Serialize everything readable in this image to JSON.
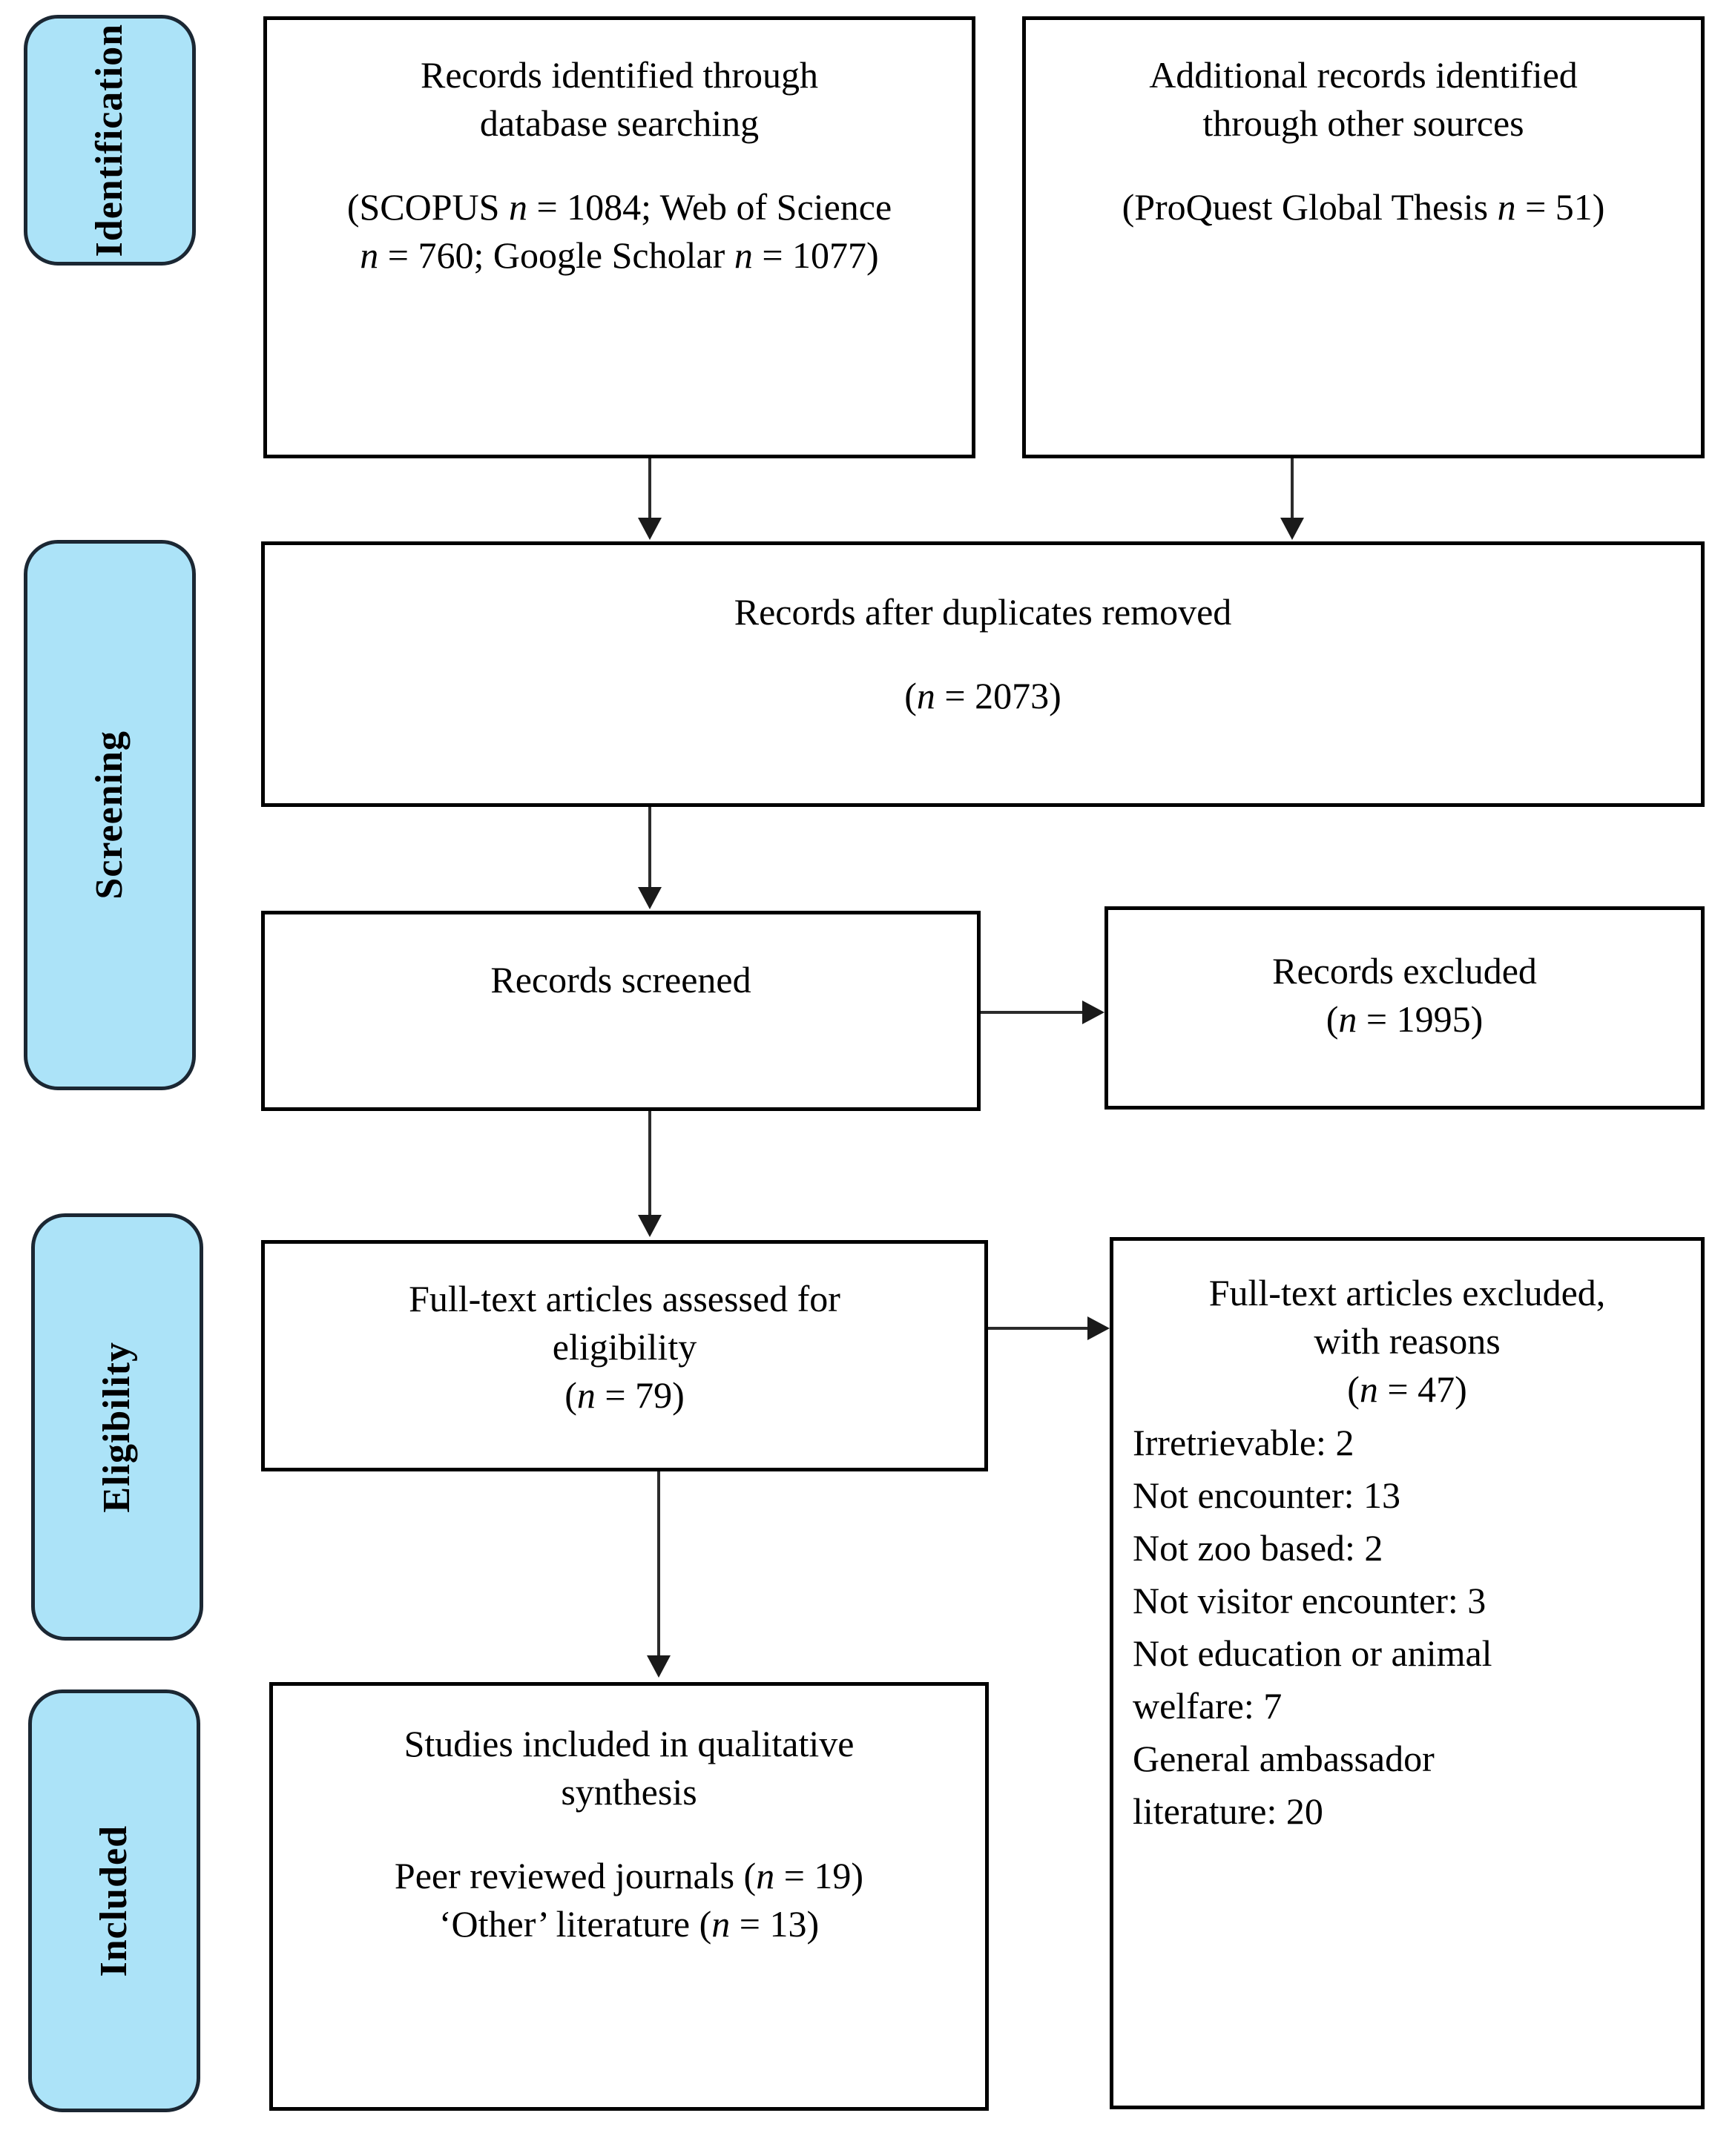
{
  "diagram": {
    "type": "prisma-flow-diagram",
    "accent_color": "#ACE3F8",
    "border_color": "#000000"
  },
  "stages": [
    {
      "key": "identification",
      "label": "Identification"
    },
    {
      "key": "screening",
      "label": "Screening"
    },
    {
      "key": "eligibility",
      "label": "Eligibility"
    },
    {
      "key": "included",
      "label": "Included"
    }
  ],
  "boxes": {
    "records_identified": {
      "title_line1": "Records identified through",
      "title_line2": "database searching",
      "detail_line1_a": "(SCOPUS ",
      "detail_line1_n": "n",
      "detail_line1_b": " = 1084; Web of Science",
      "detail_line2_n": "n",
      "detail_line2_a": " = 760; Google Scholar ",
      "detail_line2_n2": "n",
      "detail_line2_b": " = 1077)"
    },
    "additional_records": {
      "title_line1": "Additional records identified",
      "title_line2": "through other sources",
      "detail_a": "(ProQuest Global Thesis ",
      "detail_n": "n",
      "detail_b": " = 51)"
    },
    "duplicates_removed": {
      "title": "Records after duplicates removed",
      "count_a": "(",
      "count_n": "n",
      "count_b": " = 2073)"
    },
    "records_screened": {
      "title": "Records screened"
    },
    "records_excluded": {
      "title": "Records excluded",
      "count_a": "(",
      "count_n": "n",
      "count_b": " = 1995)"
    },
    "fulltext_assessed": {
      "title_line1": "Full-text articles assessed for",
      "title_line2": "eligibility",
      "count_a": "(",
      "count_n": "n",
      "count_b": " = 79)"
    },
    "fulltext_excluded": {
      "title_line1": "Full-text articles excluded,",
      "title_line2": "with reasons",
      "count_a": "(",
      "count_n": "n",
      "count_b": " = 47)",
      "reasons": [
        "Irretrievable: 2",
        "Not encounter: 13",
        "Not zoo based: 2",
        "Not visitor encounter: 3",
        "Not education or animal",
        "welfare: 7",
        "General ambassador",
        "literature: 20"
      ]
    },
    "studies_included": {
      "title_line1": "Studies included in qualitative",
      "title_line2": "synthesis",
      "detail1_a": "Peer reviewed journals (",
      "detail1_n": "n",
      "detail1_b": " = 19)",
      "detail2_a": "‘Other’ literature (",
      "detail2_n": "n",
      "detail2_b": " = 13)"
    }
  },
  "chart_data": {
    "type": "diagram",
    "title": "PRISMA flow diagram",
    "nodes": [
      {
        "id": "records_identified",
        "stage": "Identification",
        "label": "Records identified through database searching",
        "sources": [
          {
            "name": "SCOPUS",
            "n": 1084
          },
          {
            "name": "Web of Science",
            "n": 760
          },
          {
            "name": "Google Scholar",
            "n": 1077
          }
        ]
      },
      {
        "id": "additional_records",
        "stage": "Identification",
        "label": "Additional records identified through other sources",
        "sources": [
          {
            "name": "ProQuest Global Thesis",
            "n": 51
          }
        ]
      },
      {
        "id": "duplicates_removed",
        "stage": "Screening",
        "label": "Records after duplicates removed",
        "n": 2073
      },
      {
        "id": "records_screened",
        "stage": "Screening",
        "label": "Records screened",
        "n": null
      },
      {
        "id": "records_excluded",
        "stage": "Screening",
        "label": "Records excluded",
        "n": 1995
      },
      {
        "id": "fulltext_assessed",
        "stage": "Eligibility",
        "label": "Full-text articles assessed for eligibility",
        "n": 79
      },
      {
        "id": "fulltext_excluded",
        "stage": "Eligibility",
        "label": "Full-text articles excluded, with reasons",
        "n": 47,
        "breakdown": [
          {
            "reason": "Irretrievable",
            "n": 2
          },
          {
            "reason": "Not encounter",
            "n": 13
          },
          {
            "reason": "Not zoo based",
            "n": 2
          },
          {
            "reason": "Not visitor encounter",
            "n": 3
          },
          {
            "reason": "Not education or animal welfare",
            "n": 7
          },
          {
            "reason": "General ambassador literature",
            "n": 20
          }
        ]
      },
      {
        "id": "studies_included",
        "stage": "Included",
        "label": "Studies included in qualitative synthesis",
        "breakdown": [
          {
            "reason": "Peer reviewed journals",
            "n": 19
          },
          {
            "reason": "'Other' literature",
            "n": 13
          }
        ]
      }
    ],
    "edges": [
      {
        "from": "records_identified",
        "to": "duplicates_removed"
      },
      {
        "from": "additional_records",
        "to": "duplicates_removed"
      },
      {
        "from": "duplicates_removed",
        "to": "records_screened"
      },
      {
        "from": "records_screened",
        "to": "records_excluded"
      },
      {
        "from": "records_screened",
        "to": "fulltext_assessed"
      },
      {
        "from": "fulltext_assessed",
        "to": "fulltext_excluded"
      },
      {
        "from": "fulltext_assessed",
        "to": "studies_included"
      }
    ]
  }
}
